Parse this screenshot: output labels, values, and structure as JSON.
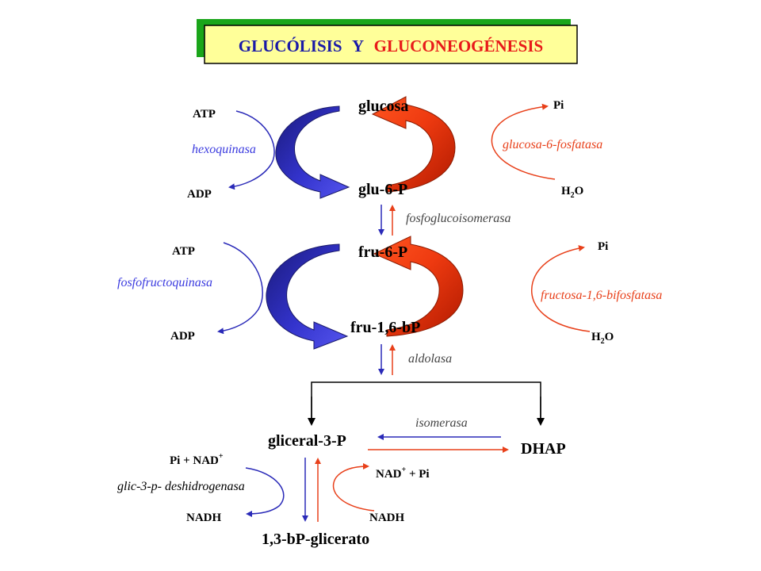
{
  "title": {
    "part1": "GLUCÓLISIS",
    "part2": "Y",
    "part3": "GLUCONEOGÉNESIS"
  },
  "metabolites": {
    "glucosa": "glucosa",
    "glu6p": "glu-6-P",
    "fru6p": "fru-6-P",
    "fru16bp": "fru-1,6-bP",
    "gliceral3p": "gliceral-3-P",
    "dhap": "DHAP",
    "bpglicerato": "1,3-bP-glicerato"
  },
  "cofactors": {
    "atp1": "ATP",
    "adp1": "ADP",
    "pi1": "Pi",
    "h2o1_h": "H",
    "h2o1_sub": "2",
    "h2o1_o": "O",
    "atp2": "ATP",
    "adp2": "ADP",
    "pi2": "Pi",
    "h2o2_h": "H",
    "h2o2_sub": "2",
    "h2o2_o": "O",
    "pinad_left": "Pi + NAD",
    "pinad_left_sup": "+",
    "nadh_left": "NADH",
    "nad_right": "NAD",
    "nad_right_sup": "+",
    "nad_right_rest": " + Pi",
    "nadh_right": "NADH"
  },
  "enzymes": {
    "hexoquinasa": "hexoquinasa",
    "g6fosfatasa": "glucosa-6-fosfatasa",
    "fosfoglucoisomerasa": "fosfoglucoisomerasa",
    "fosfofructoquinasa": "fosfofructoquinasa",
    "f16bifosfatasa": "fructosa-1,6-bifosfatasa",
    "aldolasa": "aldolasa",
    "isomerasa": "isomerasa",
    "g3pdh": "glic-3-p- deshidrogenasa"
  },
  "colors": {
    "title_border": "#000000",
    "title_shadow": "#1aa51a",
    "title_bg": "#ffff99",
    "title_blue": "#1a1aa8",
    "title_red": "#e81a1a",
    "glycolysis": "#2a2ab8",
    "gluconeogenesis": "#e8401a"
  }
}
